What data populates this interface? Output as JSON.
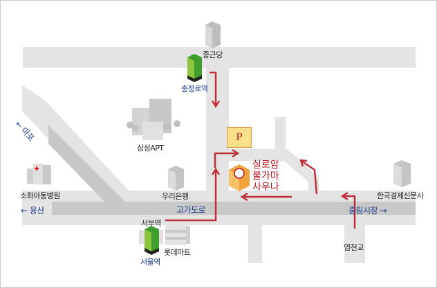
{
  "landmarks": {
    "jongeundang": "종근당",
    "chungjeongno_station": "충정로역",
    "samsung_apt": "삼성APT",
    "sohwa_hospital": "소화아동병원",
    "woori_bank": "우리은행",
    "seobu_station": "서부역",
    "seoul_station": "서울역",
    "lotte_mart": "롯데마트",
    "hankyung": "한국경제신문사",
    "yeomcheongyo": "염천교"
  },
  "roads": {
    "elevated": "고가도로"
  },
  "directions": {
    "mapo": "← 마포",
    "yongsan": "← 용산",
    "jungnim": "중림시장 →"
  },
  "parking": "P",
  "destination": {
    "line1": "실로암",
    "line2": "불가마",
    "line3": "사우나"
  },
  "colors": {
    "route": "#c0303a",
    "road": "#e4e4e4",
    "road_dark": "#c8c8c8",
    "label_blue": "#1d3f8f"
  }
}
